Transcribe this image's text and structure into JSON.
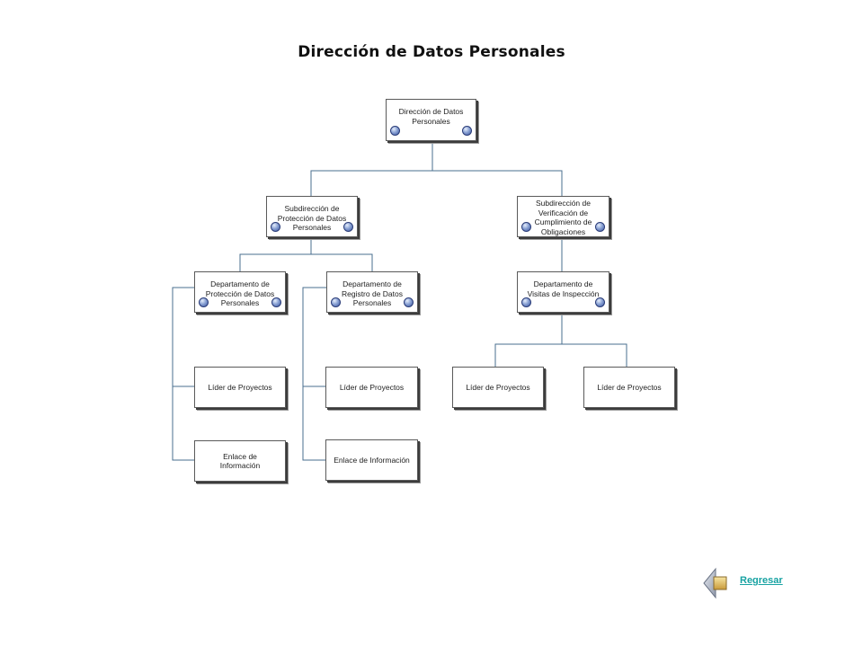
{
  "page": {
    "title": "Dirección de Datos Personales"
  },
  "org": {
    "director": "Dirección de Datos Personales",
    "sub_proteccion": "Subdirección de Protección de Datos Personales",
    "sub_verificacion": "Subdirección de Verificación de Cumplimiento de Obligaciones",
    "dep_proteccion": "Departamento de Protección de Datos Personales",
    "dep_registro": "Departamento de Registro de Datos Personales",
    "dep_visitas": "Departamento de Visitas de Inspección",
    "lider_1": "Líder de Proyectos",
    "lider_2": "Líder de Proyectos",
    "lider_3": "Líder de Proyectos",
    "lider_4": "Líder de Proyectos",
    "enlace_1": "Enlace de Información",
    "enlace_2": "Enlace de Información"
  },
  "nav": {
    "back_label": "Regresar",
    "back_icon": "back-arrow-icon"
  },
  "colors": {
    "connector": "#4a6f8f",
    "link": "#17a2a2"
  }
}
